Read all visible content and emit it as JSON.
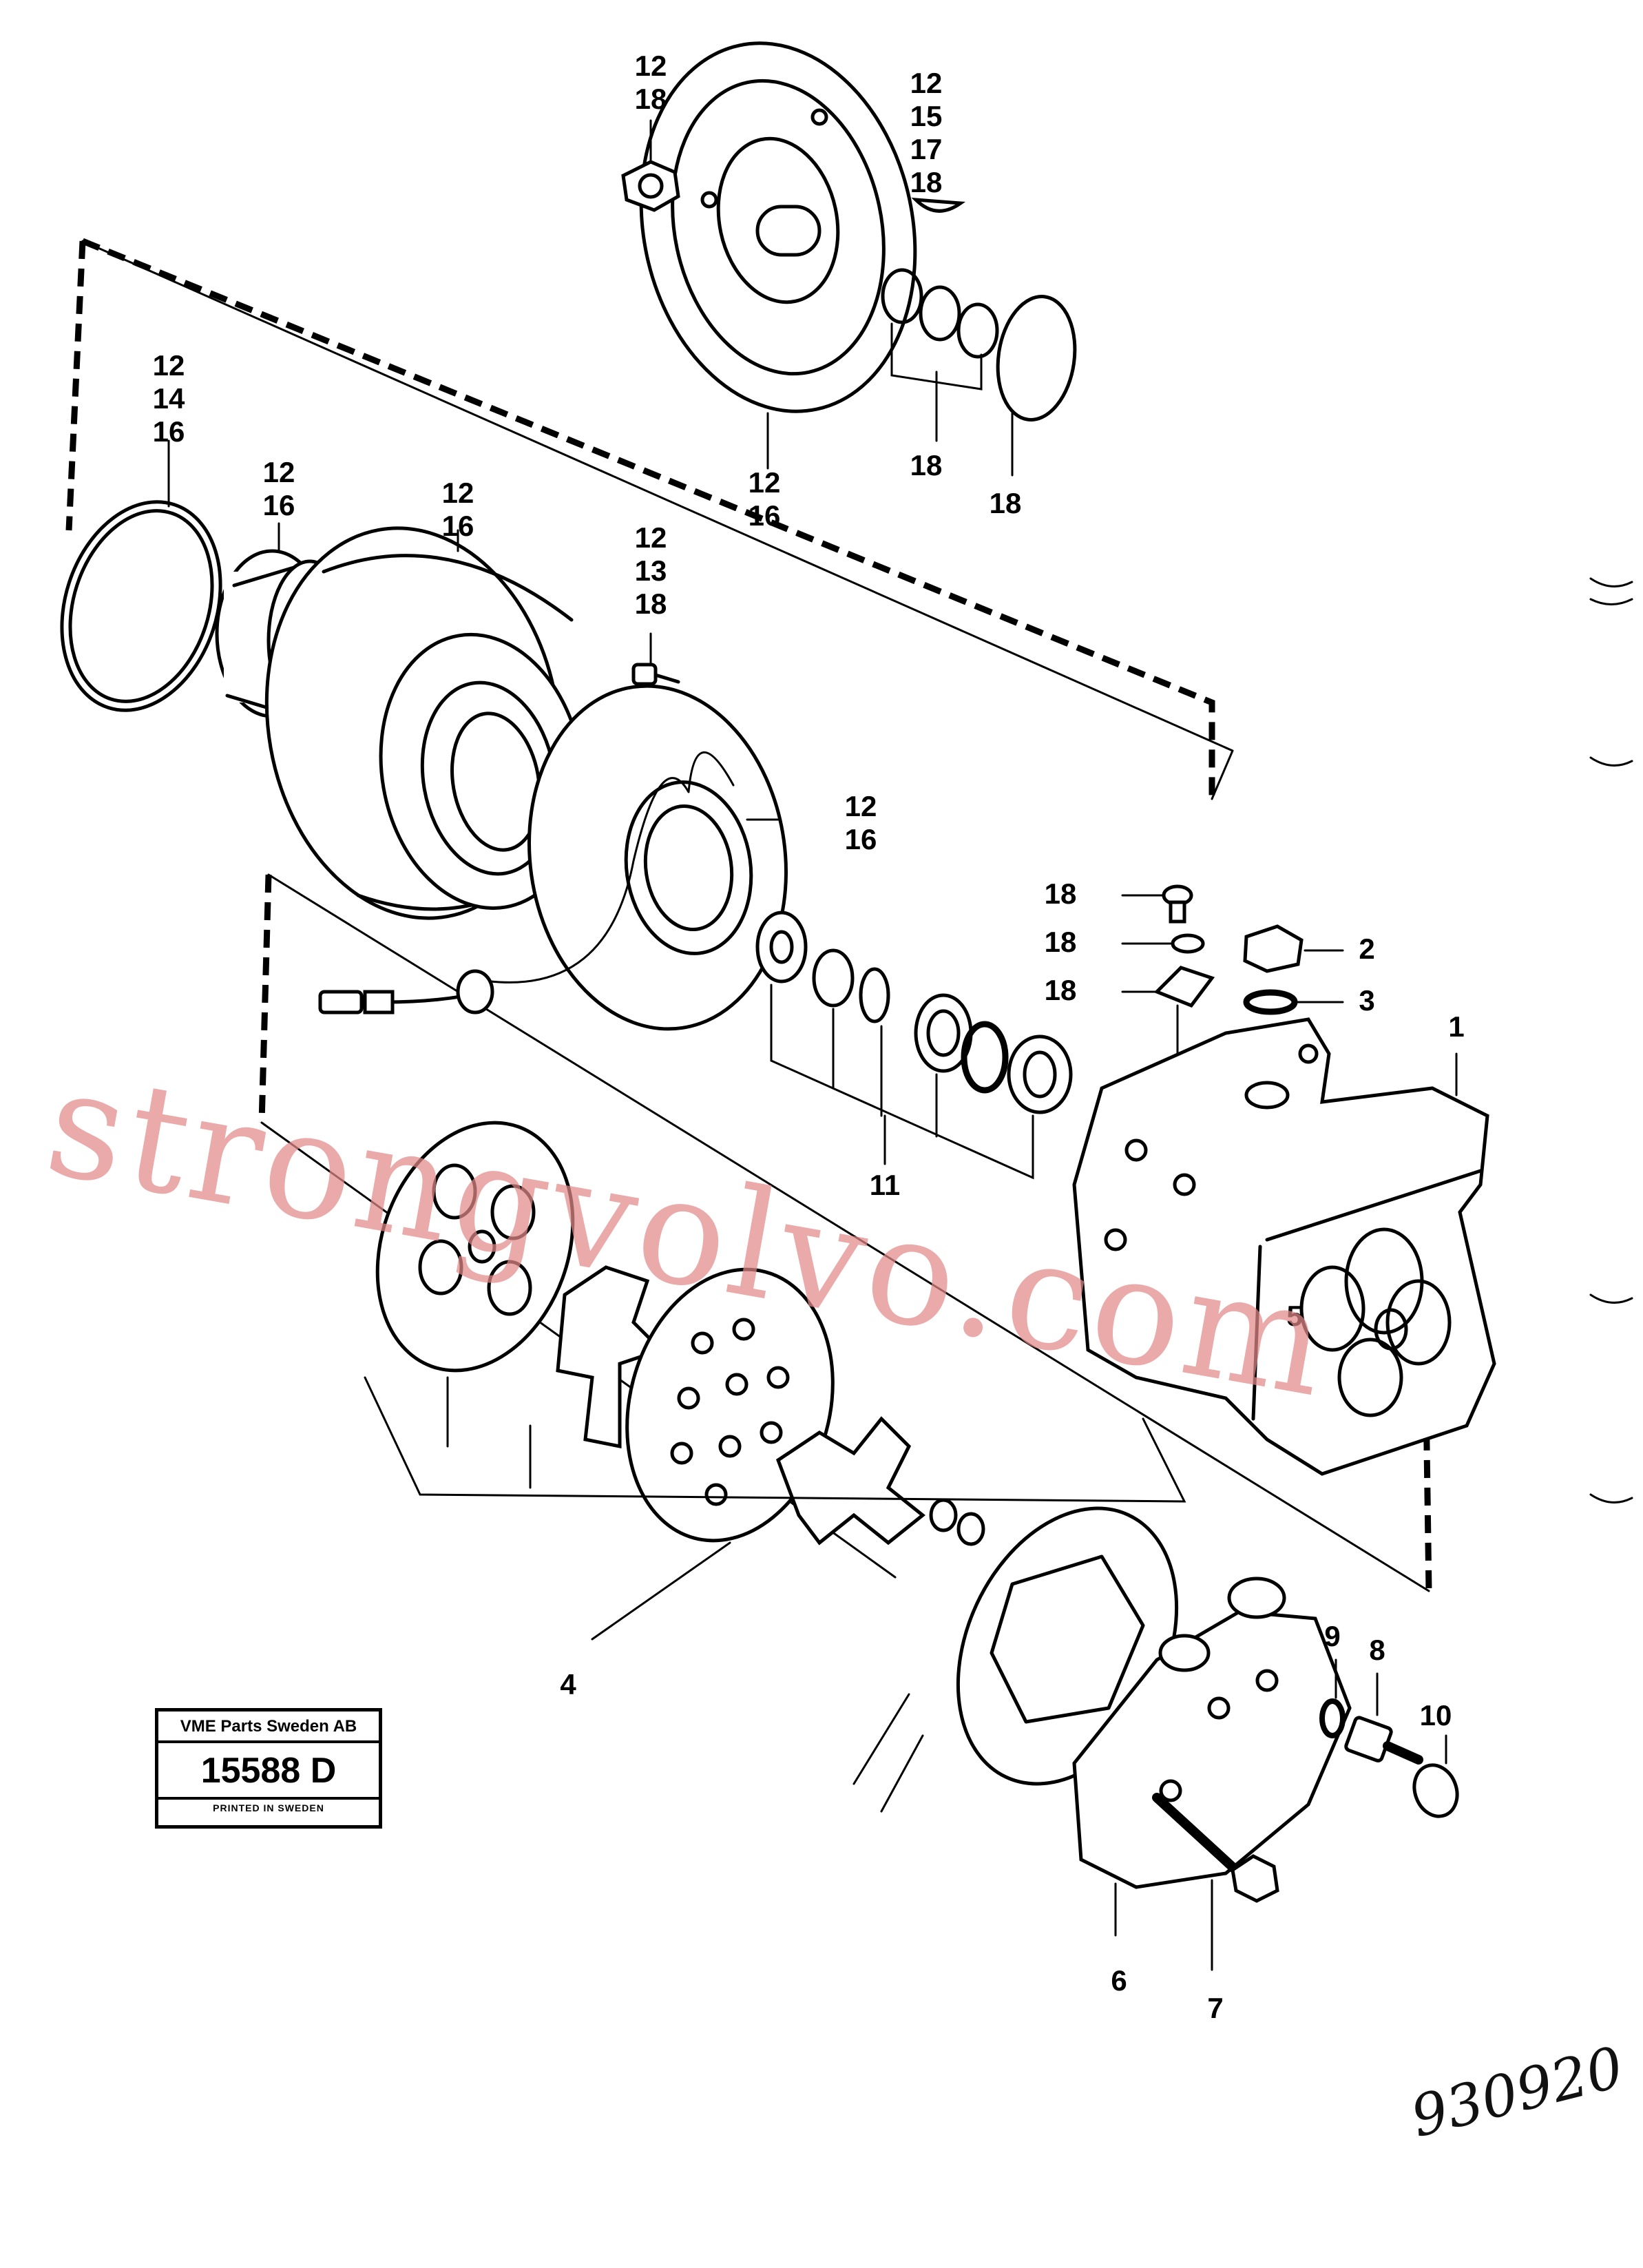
{
  "callouts": [
    {
      "id": "c-top-nut",
      "lines": [
        "12",
        "18"
      ]
    },
    {
      "id": "c-top-key",
      "lines": [
        "12",
        "15",
        "17",
        "18"
      ]
    },
    {
      "id": "c-top-plate",
      "lines": [
        "12",
        "16"
      ]
    },
    {
      "id": "c-top-shims",
      "lines": [
        "18"
      ]
    },
    {
      "id": "c-top-snap",
      "lines": [
        "18"
      ]
    },
    {
      "id": "c-left-snap",
      "lines": [
        "12",
        "14",
        "16"
      ]
    },
    {
      "id": "c-bearing",
      "lines": [
        "12",
        "16"
      ]
    },
    {
      "id": "c-pulley",
      "lines": [
        "12",
        "16"
      ]
    },
    {
      "id": "c-screw-top",
      "lines": [
        "12",
        "13",
        "18"
      ]
    },
    {
      "id": "c-coil",
      "lines": [
        "12",
        "16"
      ]
    },
    {
      "id": "c-screw-a",
      "lines": [
        "18"
      ]
    },
    {
      "id": "c-washer-a",
      "lines": [
        "18"
      ]
    },
    {
      "id": "c-clamp-a",
      "lines": [
        "18"
      ]
    },
    {
      "id": "c-plug",
      "lines": [
        "2"
      ]
    },
    {
      "id": "c-oring",
      "lines": [
        "3"
      ]
    },
    {
      "id": "c-body",
      "lines": [
        "1"
      ]
    },
    {
      "id": "c-seal-kit",
      "lines": [
        "11"
      ]
    },
    {
      "id": "c-valve-kit",
      "lines": [
        "5"
      ]
    },
    {
      "id": "c-valve-plate",
      "lines": [
        "4"
      ]
    },
    {
      "id": "c-head",
      "lines": [
        "6"
      ]
    },
    {
      "id": "c-bolt",
      "lines": [
        "7"
      ]
    },
    {
      "id": "c-fitting",
      "lines": [
        "8"
      ]
    },
    {
      "id": "c-seal-ring",
      "lines": [
        "9"
      ]
    },
    {
      "id": "c-cap",
      "lines": [
        "10"
      ]
    }
  ],
  "watermark": "strongvolvo.com",
  "stamp": {
    "company": "VME Parts Sweden AB",
    "number": "15588 D",
    "footer": "PRINTED IN SWEDEN"
  },
  "handwritten_note": "930920"
}
